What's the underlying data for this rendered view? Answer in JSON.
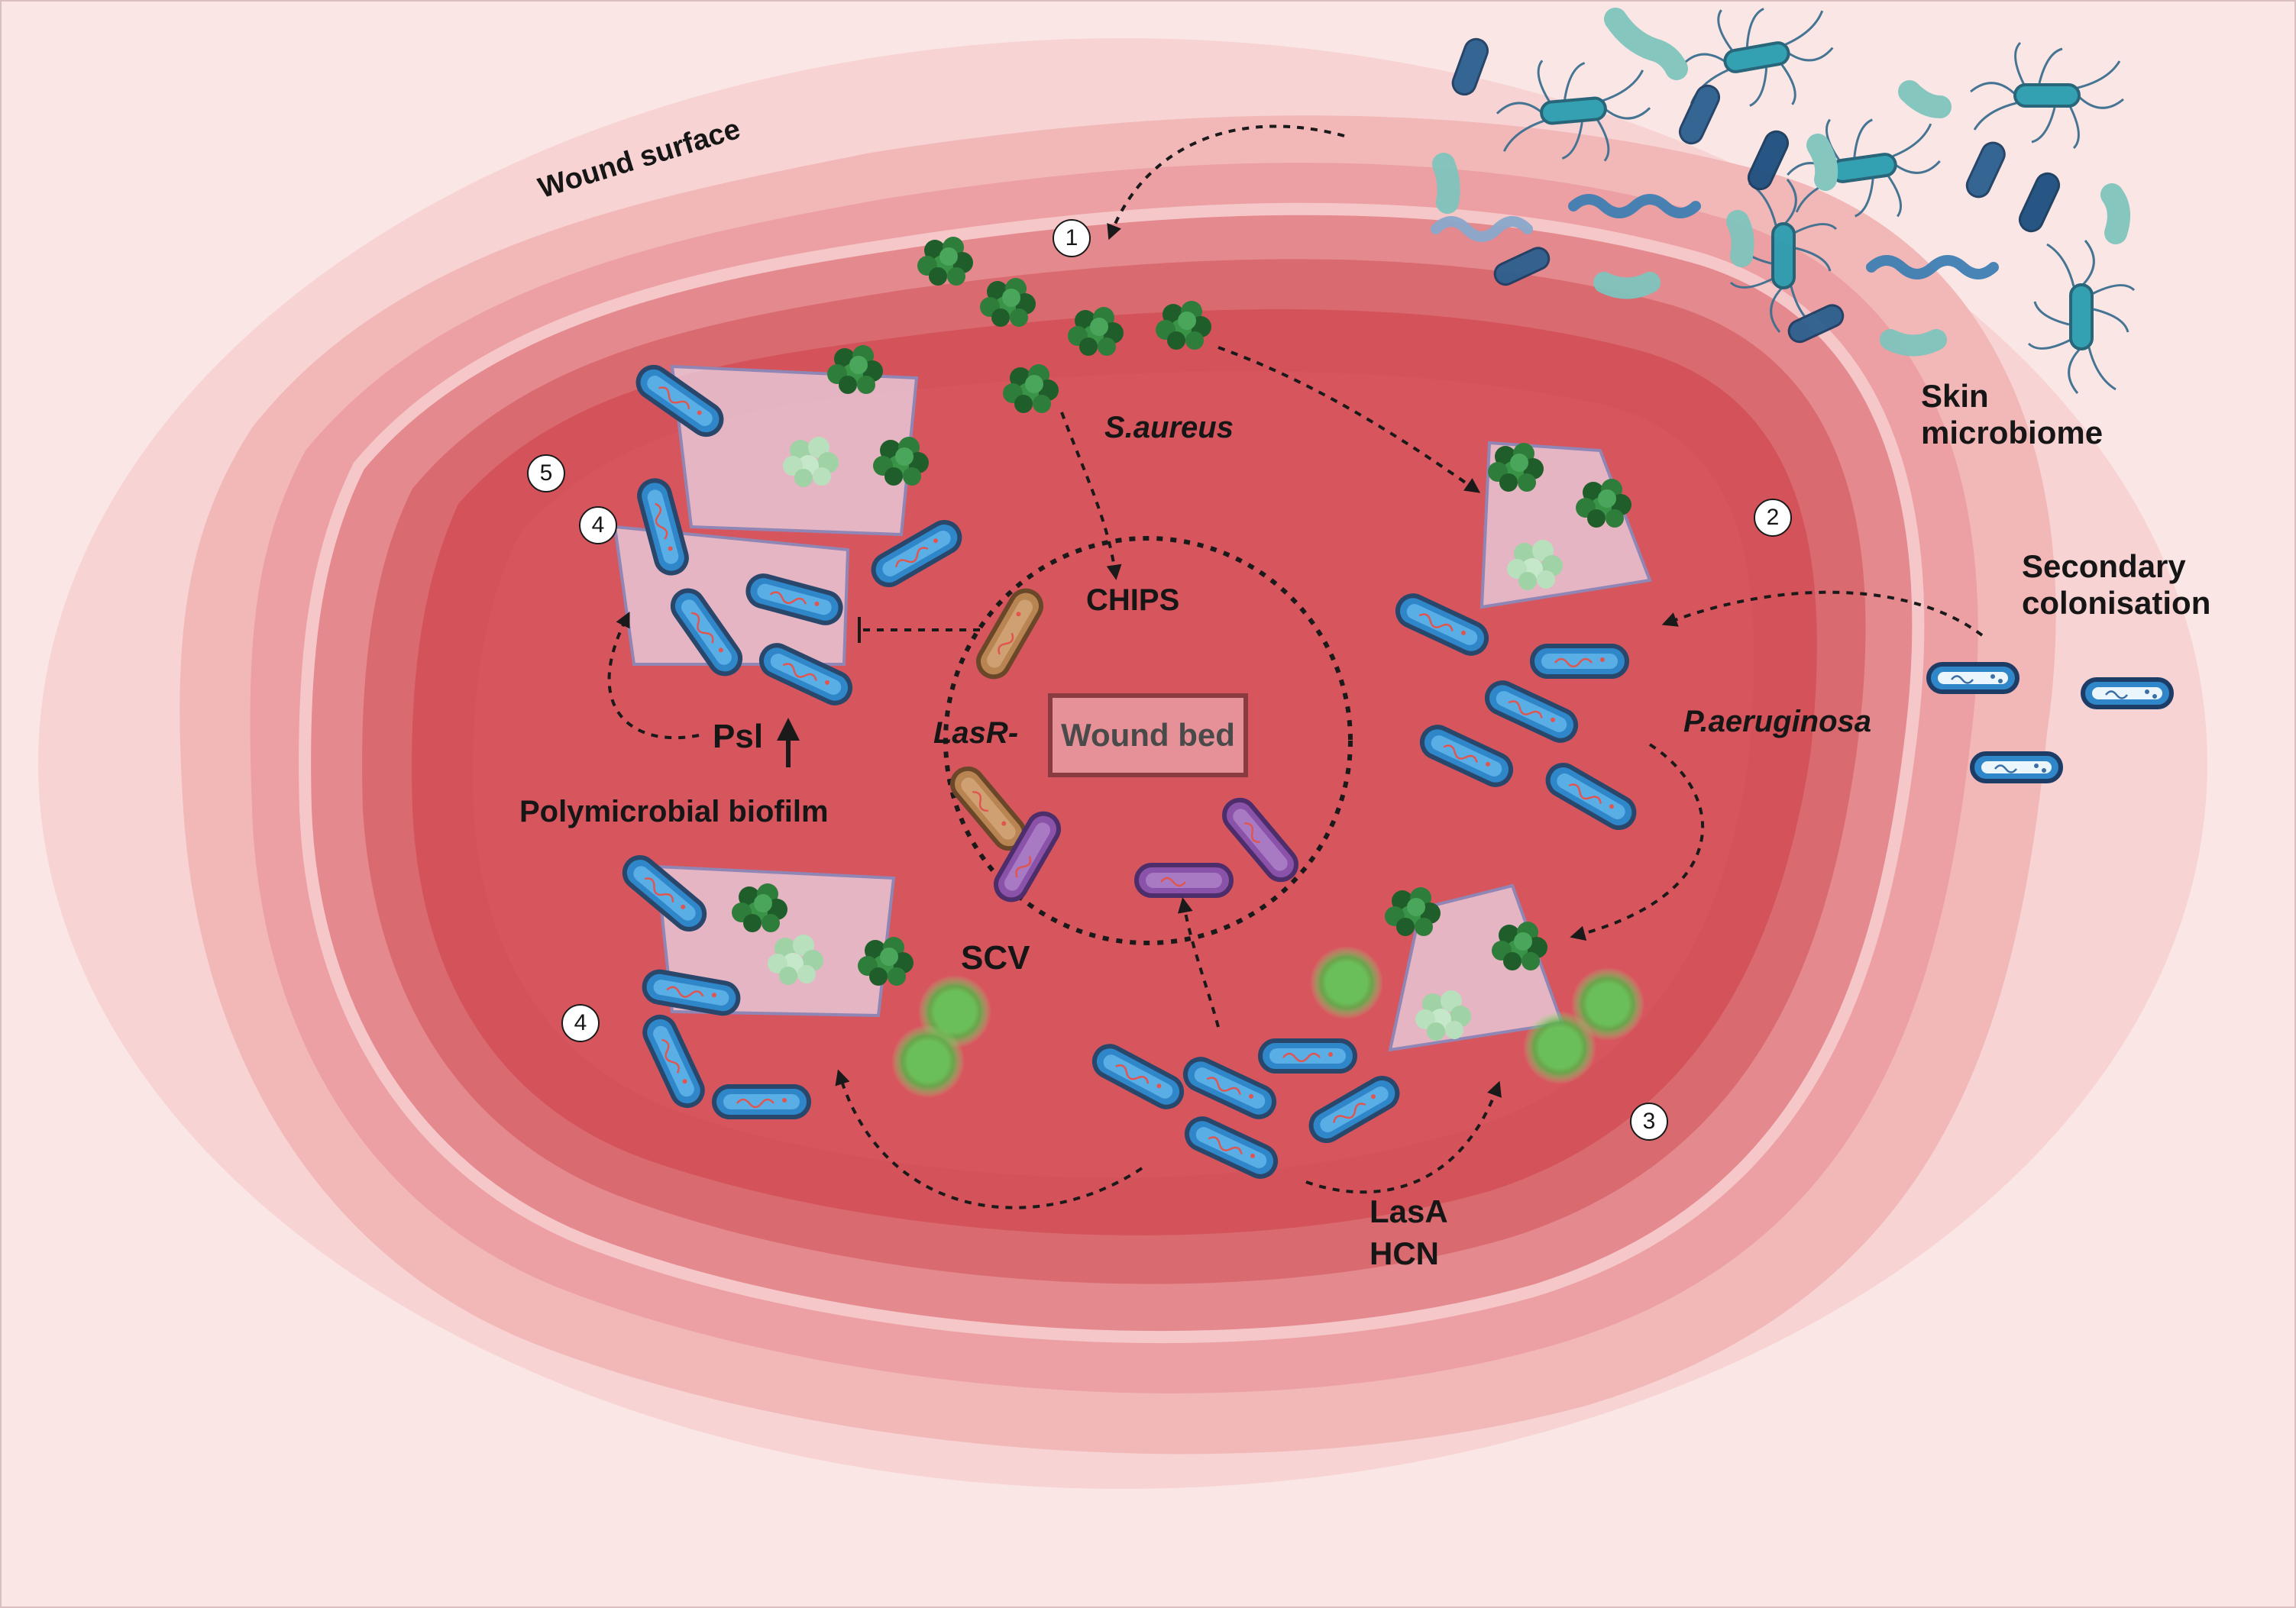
{
  "labels": {
    "wound_surface": "Wound surface",
    "skin_microbiome": "Skin\nmicrobiome",
    "secondary_colonisation": "Secondary\ncolonisation",
    "s_aureus": "S.aureus",
    "p_aeruginosa": "P.aeruginosa",
    "chips": "CHIPS",
    "lasr": "LasR-",
    "wound_bed": "Wound bed",
    "psl": "Psl",
    "polymicrobial_biofilm": "Polymicrobial biofilm",
    "scv": "SCV",
    "lasa": "LasA",
    "hcn": "HCN"
  },
  "steps": [
    "1",
    "2",
    "3",
    "4",
    "4",
    "5"
  ],
  "colors": {
    "wound_bed": "#d4525a",
    "p_aeruginosa": "#2f86c8",
    "s_aureus": "#2f7d3b",
    "lasr_mutant": "#b88452",
    "variant": "#8a52a8",
    "scv": "#6bbf5a",
    "biofilm_matrix": "#e9d6e6"
  }
}
